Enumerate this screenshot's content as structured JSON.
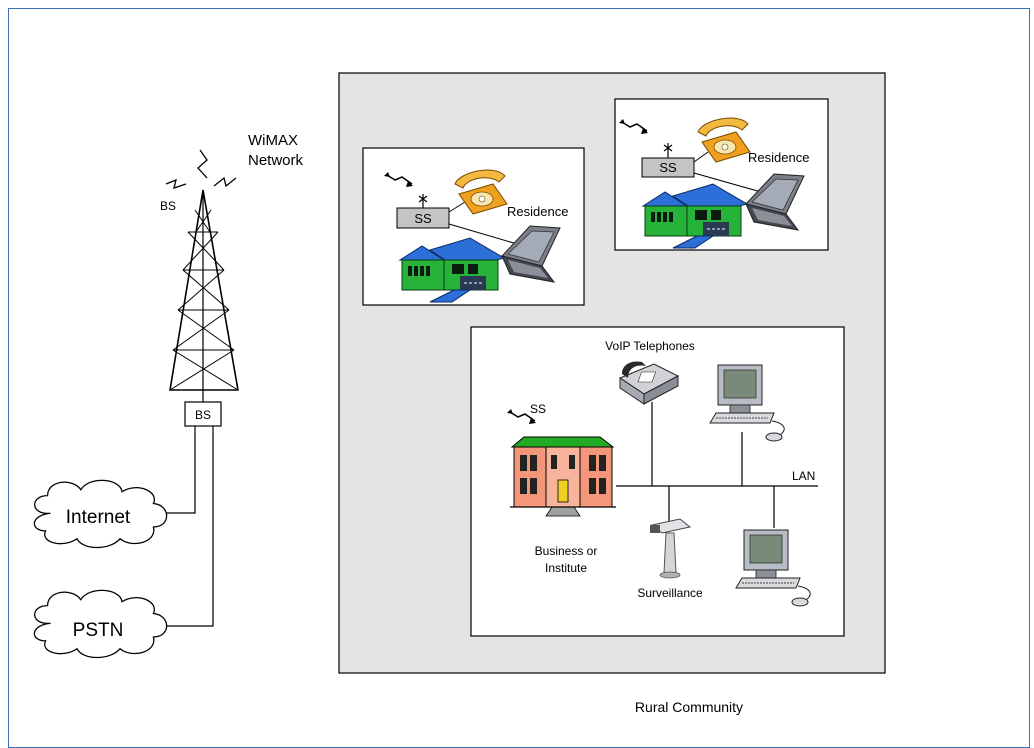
{
  "tower": {
    "network_label_line1": "WiMAX",
    "network_label_line2": "Network",
    "antenna_label": "BS",
    "base_box_label": "BS"
  },
  "clouds": [
    {
      "label": "Internet"
    },
    {
      "label": "PSTN"
    }
  ],
  "community": {
    "label": "Rural Community"
  },
  "residences": [
    {
      "ss_label": "SS",
      "label": "Residence"
    },
    {
      "ss_label": "SS",
      "label": "Residence"
    }
  ],
  "business": {
    "voip_label": "VoIP Telephones",
    "ss_label": "SS",
    "lan_label": "LAN",
    "building_label_line1": "Business or",
    "building_label_line2": "Institute",
    "surveillance_label": "Surveillance"
  },
  "colors": {
    "frame": "#3d6fb0",
    "community_fill": "#e4e4e4",
    "house_green": "#27b23a",
    "roof_blue": "#2c6fd8",
    "building_salmon": "#f4967a",
    "building_roof": "#22aa22",
    "phone_orange": "#f0a020"
  }
}
